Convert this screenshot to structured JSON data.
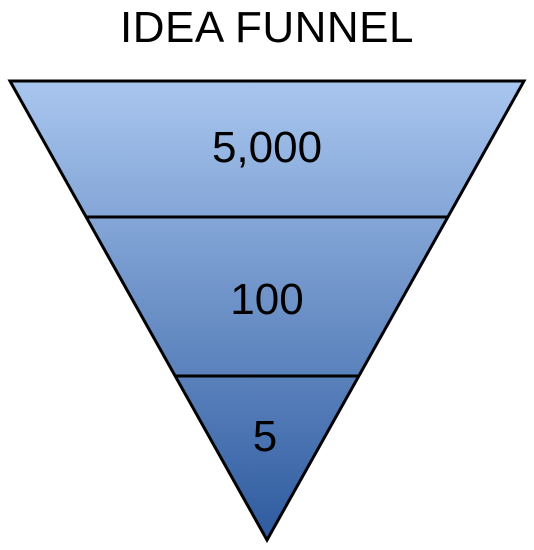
{
  "title": "IDEA FUNNEL",
  "levels": [
    {
      "label": "5,000"
    },
    {
      "label": "100"
    },
    {
      "label": "5"
    }
  ],
  "colors": {
    "top_light": "#a9c6ef",
    "bottom_dark": "#2e5b9f",
    "outline": "#000000"
  }
}
